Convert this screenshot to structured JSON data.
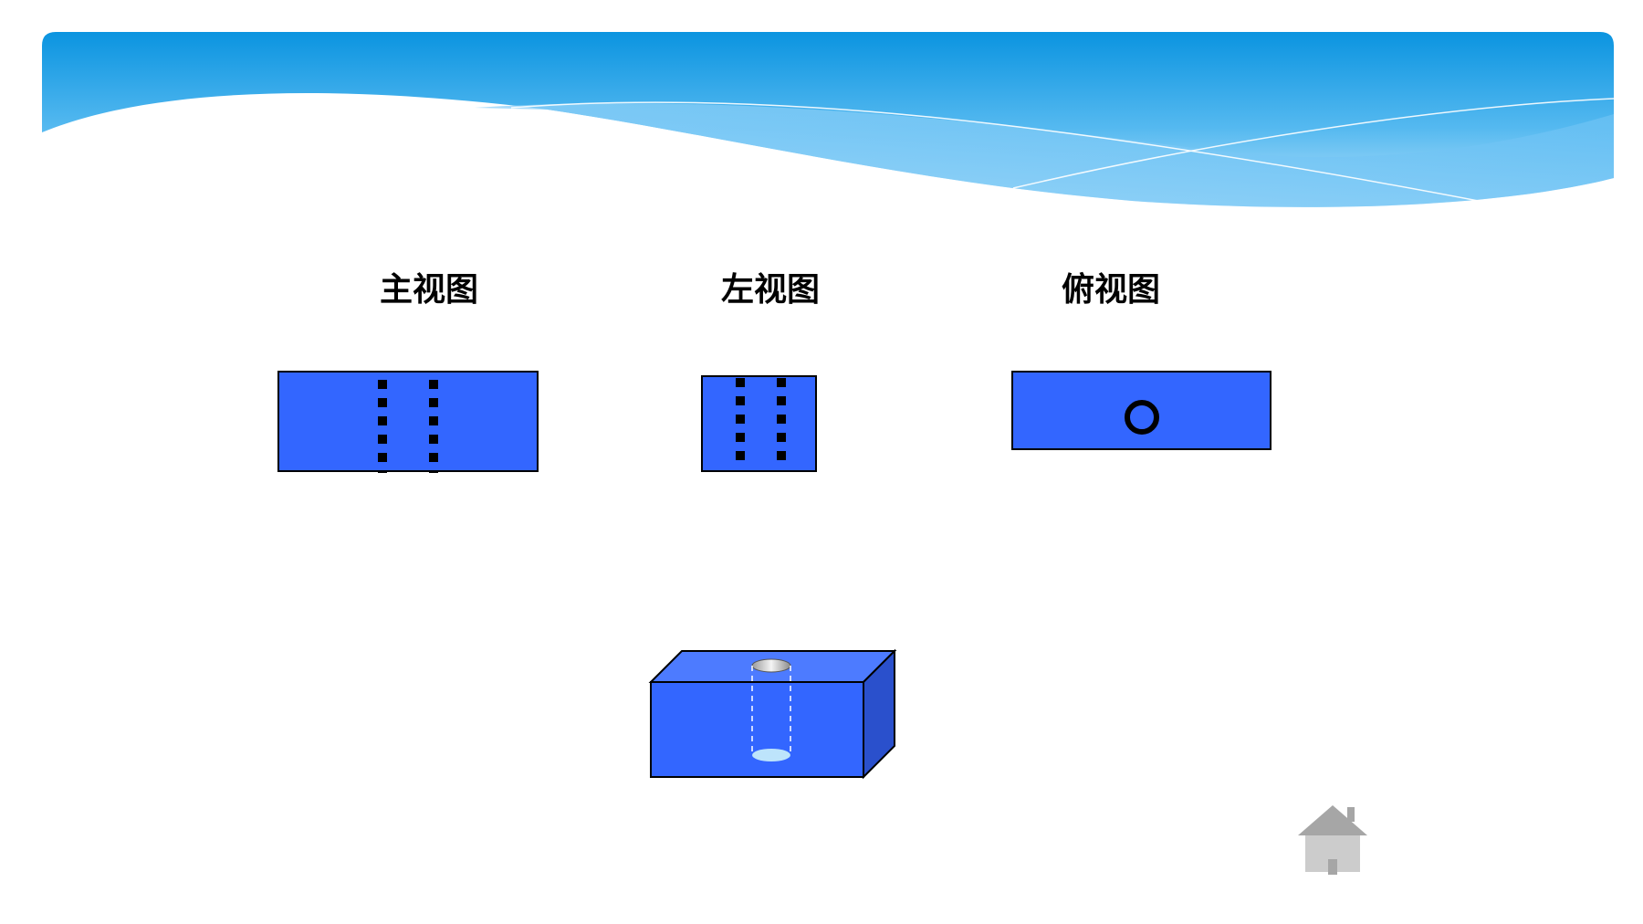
{
  "views": {
    "front": {
      "title": "主视图"
    },
    "left": {
      "title": "左视图"
    },
    "top": {
      "title": "俯视图"
    }
  },
  "colors": {
    "block_fill": "#3366FF",
    "block_top_fill": "#4D7BFF",
    "block_side_fill": "#2A50CC",
    "outline": "#000000",
    "hidden_line": "#000000",
    "header_dark": "#0B94E0",
    "header_light": "#BDE4FB",
    "home_icon": "#A6A6A6"
  },
  "icons": {
    "home": "home-icon"
  }
}
